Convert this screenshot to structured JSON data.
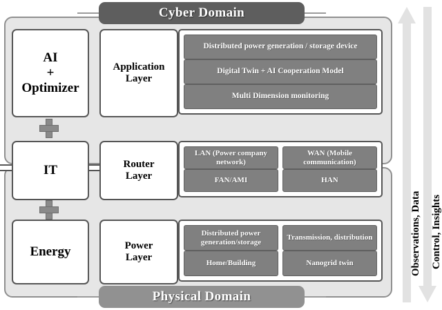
{
  "diagram": {
    "top_banner": "Cyber Domain",
    "bottom_banner": "Physical Domain",
    "colors": {
      "panel_fill": "#e6e6e6",
      "chip_fill": "#808080",
      "banner_top_fill": "#5e5e5e",
      "banner_bottom_fill": "#919191",
      "connector_fill": "#8a8a8a",
      "arrow_fill": "#e2e2e2"
    },
    "rows": [
      {
        "left_label": "AI\n+\nOptimizer",
        "left_line_1": "AI",
        "left_line_2": "+",
        "left_line_3": "Optimizer",
        "layer_line_1": "Application",
        "layer_line_2": "Layer",
        "chips": [
          "Distributed  power generation / storage device",
          "Digital Twin + AI Cooperation Model",
          "Multi Dimension monitoring"
        ]
      },
      {
        "left_line_1": "IT",
        "layer_line_1": "Router",
        "layer_line_2": "Layer",
        "chips": [
          "LAN (Power company network)",
          "WAN (Mobile communication)",
          "FAN/AMI",
          "HAN"
        ]
      },
      {
        "left_line_1": "Energy",
        "layer_line_1": "Power",
        "layer_line_2": "Layer",
        "chips": [
          "Distributed  power generation/storage",
          "Transmission, distribution",
          "Home/Building",
          "Nanogrid twin"
        ]
      }
    ],
    "flows": [
      {
        "label": "Observations, Data",
        "direction": "up"
      },
      {
        "label": "Control, Insights",
        "direction": "down"
      }
    ]
  }
}
